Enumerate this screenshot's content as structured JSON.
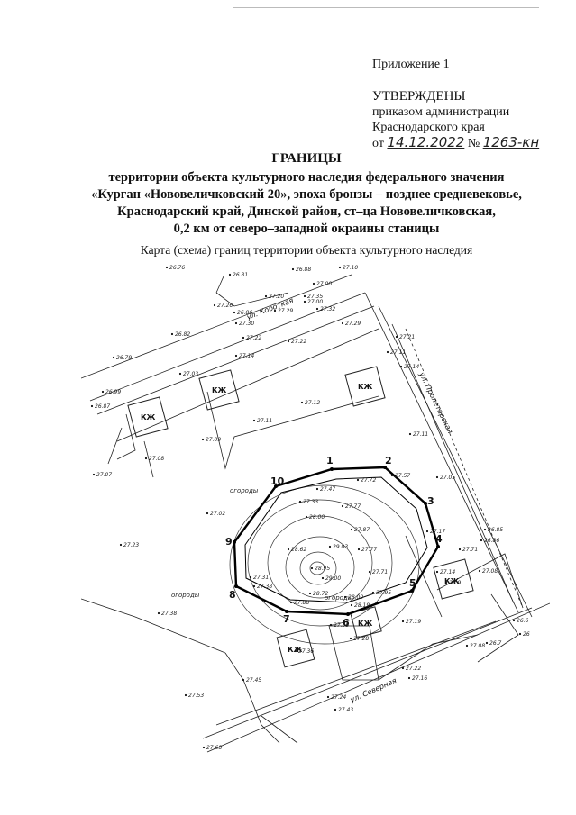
{
  "header": {
    "appendix": "Приложение 1",
    "approved_title": "УТВЕРЖДЕНЫ",
    "approved_line1": "приказом администрации",
    "approved_line2": "Краснодарского края",
    "date_prefix": "от",
    "date_value": "14.12.2022",
    "number_prefix": "№",
    "number_value": "1263-кн"
  },
  "title": {
    "heading": "ГРАНИЦЫ",
    "line1": "территории объекта культурного наследия федерального значения",
    "line2": "«Курган «Нововеличковский 20», эпоха бронзы – позднее средневековье,",
    "line3": "Краснодарский край, Динской район, ст–ца Нововеличковская,",
    "line4": "0,2 км от северо–западной окраины станицы"
  },
  "map": {
    "subtitle": "Карта (схема) границ территории объекта культурного наследия",
    "streets": {
      "korotkaya": "ул. Короткая",
      "proletarskaya": "ул. Пролетарская",
      "severnaya": "ул. Северная"
    },
    "building_label": "КЖ",
    "garden_label": "огороды",
    "boundary_points": [
      "1",
      "2",
      "3",
      "4",
      "5",
      "6",
      "7",
      "8",
      "9",
      "10"
    ],
    "elevations": [
      "26.76",
      "26.81",
      "26.88",
      "27.10",
      "27.26",
      "27.20",
      "27.00",
      "27.35",
      "26.86",
      "27.29",
      "27.32",
      "27.30",
      "27.29",
      "26.82",
      "27.22",
      "27.22",
      "26.79",
      "27.14",
      "27.03",
      "26.99",
      "26.87",
      "27.12",
      "27.11",
      "27.09",
      "27.08",
      "27.07",
      "27.57",
      "27.72",
      "27.47",
      "27.33",
      "27.77",
      "27.02",
      "28.00",
      "27.87",
      "28.62",
      "29.03",
      "27.77",
      "28.95",
      "27.71",
      "29.00",
      "28.72",
      "28.00",
      "27.95",
      "28.19",
      "27.88",
      "27.35",
      "27.19",
      "27.28",
      "27.36",
      "27.45",
      "27.53",
      "27.23",
      "27.31",
      "27.38",
      "26.85",
      "26.86",
      "27.17",
      "27.14",
      "27.08",
      "27.08",
      "26.6",
      "26",
      "27.21",
      "27.11",
      "27.14",
      "27.11",
      "27.22",
      "27.16",
      "27.24",
      "27.43",
      "27.68",
      "27.38",
      "26.7",
      "27.05",
      "26.9",
      "27.00",
      "27.71"
    ]
  }
}
